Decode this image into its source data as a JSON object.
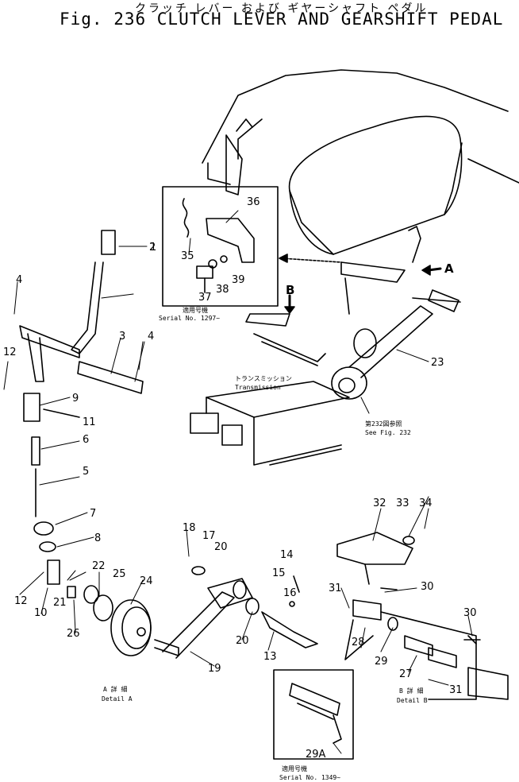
{
  "header": {
    "title_jp": "クラッチ レバー および ギヤーシャフト ペダル",
    "title": "Fig. 236  CLUTCH LEVER AND GEARSHIFT PEDAL"
  },
  "inset_top": {
    "applicability_jp": "適用号機",
    "serial": "Serial  No. 1297~"
  },
  "inset_bottom": {
    "applicability_jp": "適用号機",
    "serial": "Serial  No. 1349~"
  },
  "transmission": {
    "jp": "トランスミッション",
    "en": "Transmission"
  },
  "see_fig": {
    "jp": "第232図参照",
    "en": "See  Fig. 232"
  },
  "detail_a": {
    "jp": "A 詳 細",
    "en": "Detail  A"
  },
  "detail_b": {
    "jp": "B 詳 細",
    "en": "Detail  B"
  },
  "arrow_a": "A",
  "arrow_b": "B",
  "part_numbers": [
    "1",
    "2",
    "3",
    "4",
    "4",
    "5",
    "6",
    "7",
    "8",
    "9",
    "10",
    "11",
    "12",
    "12",
    "13",
    "14",
    "15",
    "16",
    "17",
    "18",
    "19",
    "20",
    "20",
    "21",
    "22",
    "23",
    "24",
    "25",
    "26",
    "27",
    "28",
    "29",
    "29A",
    "30",
    "30",
    "31",
    "31",
    "32",
    "33",
    "34",
    "35",
    "36",
    "37",
    "38",
    "39"
  ]
}
